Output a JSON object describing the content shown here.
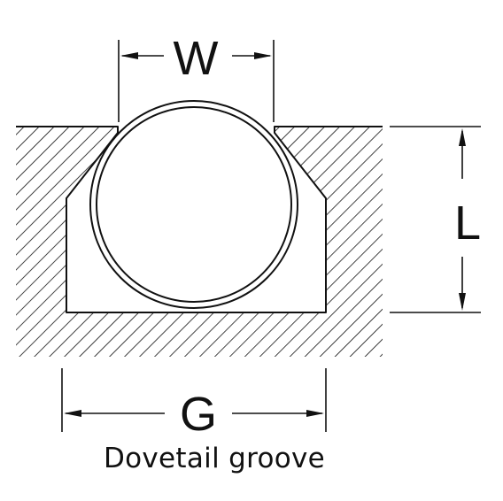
{
  "diagram": {
    "dimension_labels": {
      "top_width": "W",
      "depth": "L",
      "groove_width": "G"
    },
    "caption": "Dovetail groove"
  },
  "colors": {
    "stroke": "#111111",
    "hatch": "#111111",
    "background": "#ffffff"
  }
}
